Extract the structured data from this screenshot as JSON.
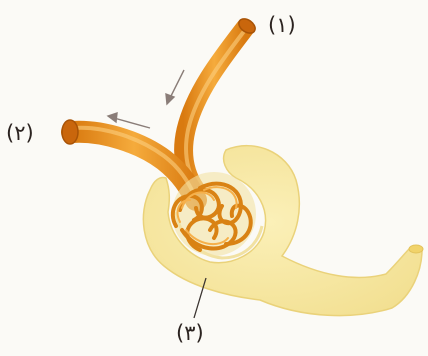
{
  "labels": {
    "one": "(١)",
    "two": "(٢)",
    "three": "(٣)"
  },
  "colors": {
    "background": "#fbfaf6",
    "capsule_fill": "#f6e6a1",
    "capsule_edge": "#ead27a",
    "vessel_dark": "#d97a10",
    "vessel_mid": "#ee9a24",
    "vessel_light": "#f8be5e",
    "vessel_cut": "#c9660c",
    "arrow": "#8a7d78",
    "leader_line": "#3a3330",
    "label_text": "#2b2320"
  }
}
